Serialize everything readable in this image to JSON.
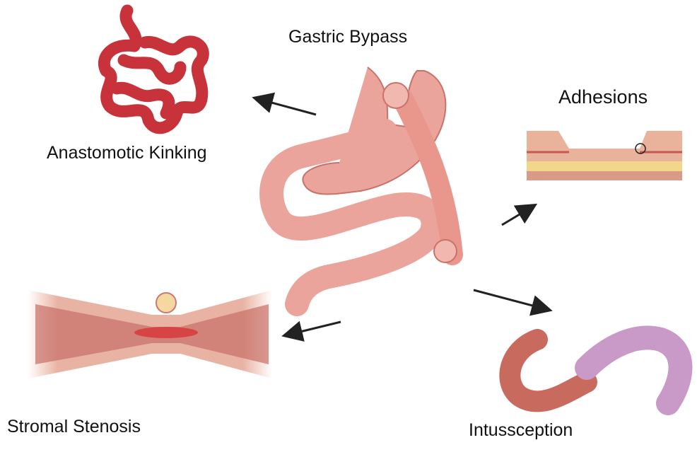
{
  "labels": {
    "center": "Gastric Bypass",
    "kinking": "Anastomotic Kinking",
    "adhesions": "Adhesions",
    "stenosis": "Stromal Stenosis",
    "intussusception": "Intussception"
  },
  "colors": {
    "intestine_red": "#c8323a",
    "stomach_pink": "#eba49b",
    "stomach_outline": "#c9726a",
    "intuss_red": "#c96a5e",
    "intuss_purple": "#c99ac7",
    "arrow": "#222222"
  }
}
